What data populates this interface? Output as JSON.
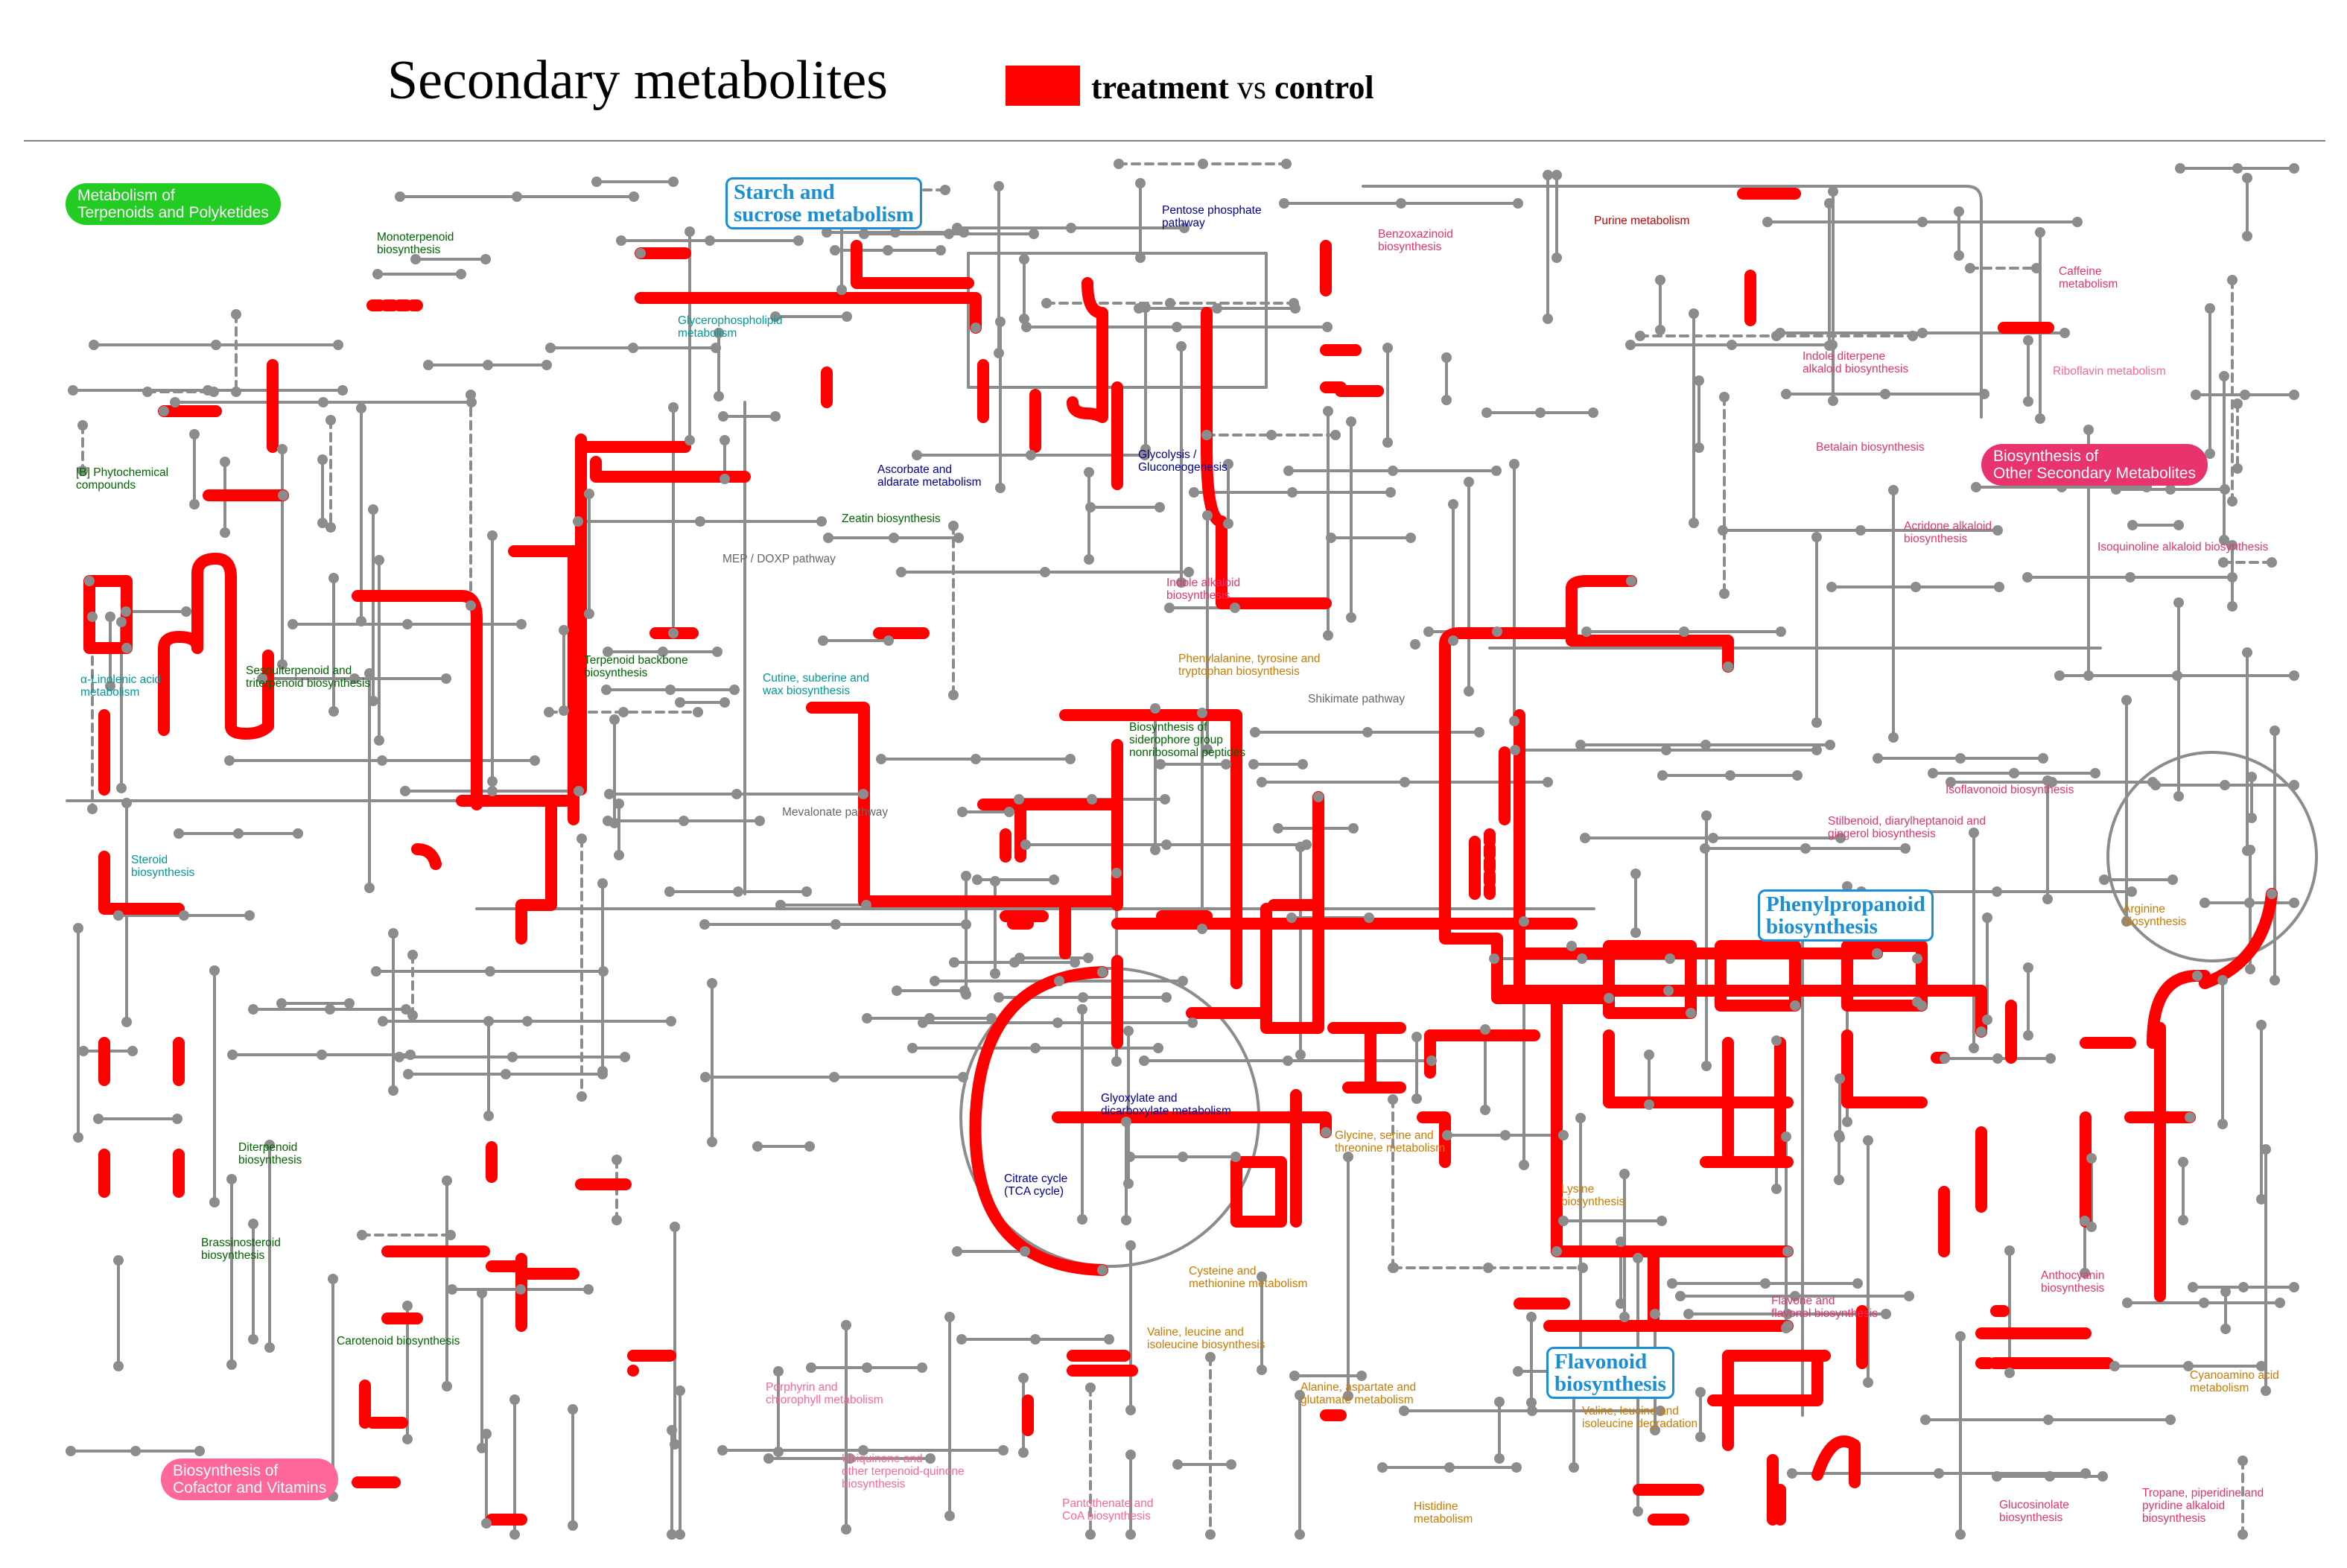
{
  "header": {
    "title": "Secondary metabolites",
    "legend": {
      "label_a": "treatment",
      "label_vs": " vs ",
      "label_b": "control",
      "color": "#ff0000"
    }
  },
  "colors": {
    "line": "#8c8c8c",
    "highlight": "#ff0000",
    "node": "#8c8c8c",
    "terpenoid_green": "#22cc22",
    "secondary_pink": "#e8336d",
    "cofactor_pink": "#ff6699",
    "box_blue": "#1a8fd4"
  },
  "categories": {
    "terpenoids": "Metabolism of\nTerpenoids and Polyketides",
    "secondary": "Biosynthesis of\nOther Secondary Metabolites",
    "cofactors": "Biosynthesis of\nCofactor and Vitamins"
  },
  "boxed": {
    "starch": "Starch and\nsucrose metabolism",
    "phenylpropanoid": "Phenylpropanoid\nbiosynthesis",
    "flavonoid": "Flavonoid\nbiosynthesis"
  },
  "pathways": [
    {
      "name": "Monoterpenoid\nbiosynthesis",
      "color": "#006600"
    },
    {
      "name": "Glycerophospholipid\nmetabolism",
      "color": "#009999"
    },
    {
      "name": "Pentose phosphate\npathway",
      "color": "#000099"
    },
    {
      "name": "Benzoxazinoid\nbiosynthesis",
      "color": "#e8336d"
    },
    {
      "name": "Purine metabolism",
      "color": "#cc0000"
    },
    {
      "name": "Caffeine\nmetabolism",
      "color": "#e8336d"
    },
    {
      "name": "Indole diterpene\nalkaloid biosynthesis",
      "color": "#e8336d"
    },
    {
      "name": "Riboflavin metabolism",
      "color": "#ff6699"
    },
    {
      "name": "Betalain biosynthesis",
      "color": "#e8336d"
    },
    {
      "name": "[B] Phytochemical\ncompounds",
      "color": "#006600"
    },
    {
      "name": "Ascorbate and\naldarate metabolism",
      "color": "#000099"
    },
    {
      "name": "Glycolysis /\nGluconeogenesis",
      "color": "#000099"
    },
    {
      "name": "Zeatin biosynthesis",
      "color": "#006600"
    },
    {
      "name": "MEP / DOXP pathway",
      "color": "#666666"
    },
    {
      "name": "Acridone alkaloid\nbiosynthesis",
      "color": "#e8336d"
    },
    {
      "name": "Isoquinoline alkaloid biosynthesis",
      "color": "#e8336d"
    },
    {
      "name": "Indole alkaloid\nbiosynthesis",
      "color": "#e8336d"
    },
    {
      "name": "α-Linolenic acid\nmetabolism",
      "color": "#009999"
    },
    {
      "name": "Sesquiterpenoid and\ntriterpenoid biosynthesis",
      "color": "#006600"
    },
    {
      "name": "Terpenoid backbone\nbiosynthesis",
      "color": "#006600"
    },
    {
      "name": "Cutine, suberine and\nwax biosynthesis",
      "color": "#009999"
    },
    {
      "name": "Phenylalanine, tyrosine and\ntryptophan biosynthesis",
      "color": "#cc7a00"
    },
    {
      "name": "Shikimate pathway",
      "color": "#666666"
    },
    {
      "name": "Biosynthesis of\nsiderophore group\nnonribosomal peptides",
      "color": "#006600"
    },
    {
      "name": "Isoflavonoid biosynthesis",
      "color": "#e8336d"
    },
    {
      "name": "Stilbenoid, diarylheptanoid and\ngingerol biosynthesis",
      "color": "#e8336d"
    },
    {
      "name": "Mevalonate pathway",
      "color": "#666666"
    },
    {
      "name": "Steroid\nbiosynthesis",
      "color": "#009999"
    },
    {
      "name": "Arginine\nbiosynthesis",
      "color": "#cc7a00"
    },
    {
      "name": "Glyoxylate and\ndicarboxylate metabolism",
      "color": "#000099"
    },
    {
      "name": "Diterpenoid\nbiosynthesis",
      "color": "#006600"
    },
    {
      "name": "Glycine, serine and\nthreonine metabolism",
      "color": "#cc7a00"
    },
    {
      "name": "Citrate cycle\n(TCA cycle)",
      "color": "#000099"
    },
    {
      "name": "Lysine\nbiosynthesis",
      "color": "#cc7a00"
    },
    {
      "name": "Brassinosteroid\nbiosynthesis",
      "color": "#006600"
    },
    {
      "name": "Cysteine and\nmethionine metabolism",
      "color": "#cc7a00"
    },
    {
      "name": "Anthocyanin\nbiosynthesis",
      "color": "#e8336d"
    },
    {
      "name": "Flavone and\nflavonol biosynthesis",
      "color": "#e8336d"
    },
    {
      "name": "Carotenoid biosynthesis",
      "color": "#006600"
    },
    {
      "name": "Valine, leucine and\nisoleucine biosynthesis",
      "color": "#cc7a00"
    },
    {
      "name": "Porphyrin and\nchlorophyll metabolism",
      "color": "#ff6699"
    },
    {
      "name": "Alanine, aspartate and\nglutamate metabolism",
      "color": "#cc7a00"
    },
    {
      "name": "Cyanoamino acid\nmetabolism",
      "color": "#cc7a00"
    },
    {
      "name": "Valine, leucine and\nisoleucine degradation",
      "color": "#cc7a00"
    },
    {
      "name": "Ubiquinone and\nother terpenoid-quinone\nbiosynthesis",
      "color": "#ff6699"
    },
    {
      "name": "Histidine\nmetabolism",
      "color": "#cc7a00"
    },
    {
      "name": "Pantothenate and\nCoA biosynthesis",
      "color": "#ff6699"
    },
    {
      "name": "Glucosinolate\nbiosynthesis",
      "color": "#e8336d"
    },
    {
      "name": "Tropane, piperidine and\npyridine alkaloid\nbiosynthesis",
      "color": "#e8336d"
    }
  ]
}
